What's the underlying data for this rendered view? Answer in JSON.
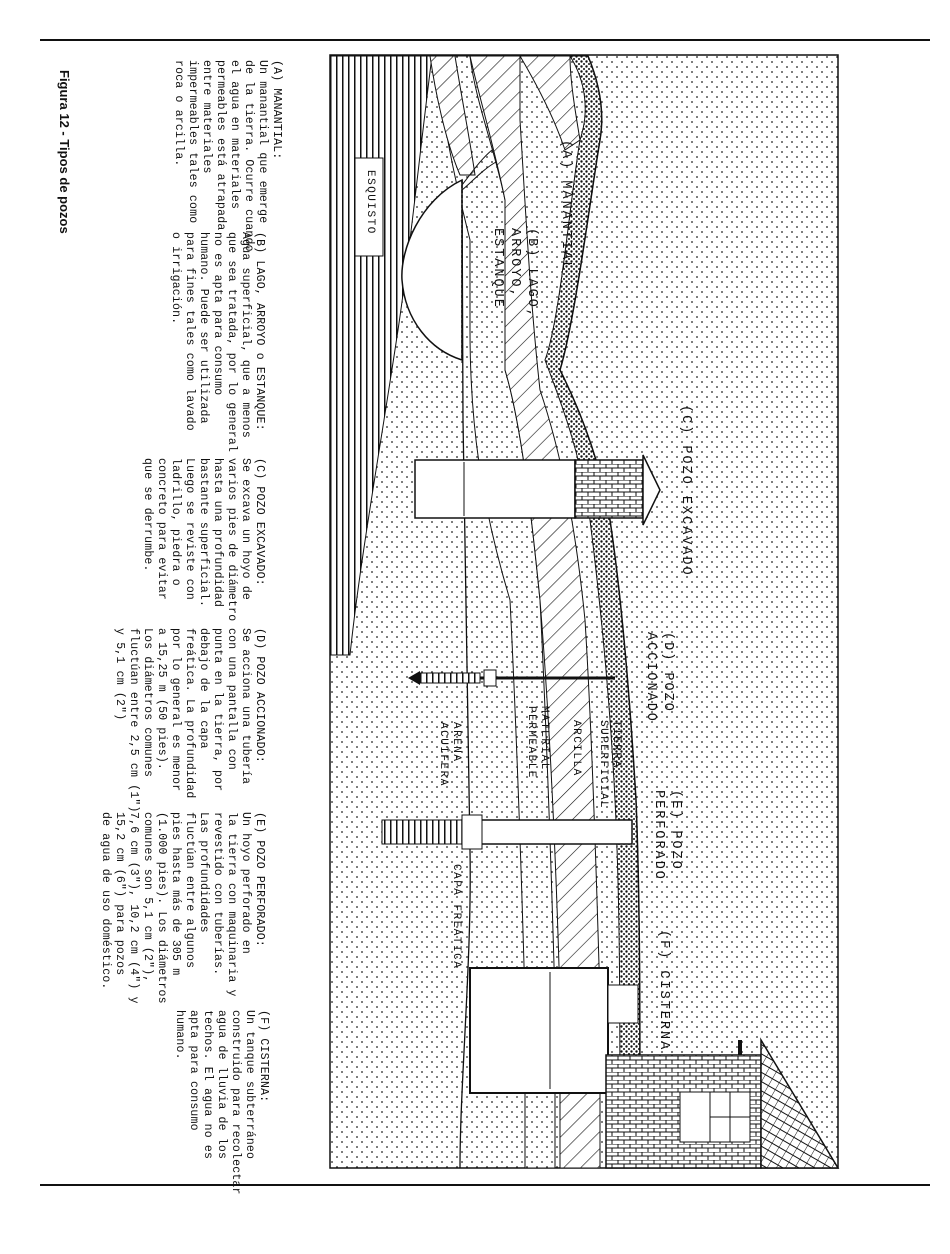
{
  "figure_title": "Figura 12 - Tipos de pozos",
  "descriptions": [
    {
      "title": "(A) MANANTIAL:",
      "lines": [
        "Un manantial que emerge",
        "de la tierra. Ocurre cuando",
        "el agua en materiales",
        "permeables está atrapada",
        "entre materiales",
        "impermeables tales como",
        "roca o arcilla."
      ]
    },
    {
      "title": "(B) LAGO, ARROYO o ESTANQUE:",
      "lines": [
        "Agua superficial, que a menos",
        "que sea tratada, por lo general",
        "no es apta para consumo",
        "humano. Puede ser utilizada",
        "para fines tales como lavado",
        "o irrigación."
      ]
    },
    {
      "title": "(C) POZO EXCAVADO:",
      "lines": [
        "Se excava un hoyo de",
        "varios pies de diámetro",
        "hasta una profundidad",
        "bastante superficial.",
        "Luego se reviste con",
        "ladrillo, piedra o",
        "concreto para evitar",
        "que se derrumbe."
      ]
    },
    {
      "title": "(D) POZO ACCIONADO:",
      "lines": [
        "Se acciona una tubería",
        "con una pantalla con",
        "punta en la tierra, por",
        "debajo de la capa",
        "freática. La profundidad",
        "por lo general es menor",
        "a 15,25 m (50 pies).",
        "Los diámetros comunes",
        "fluctúan entre 2,5 cm (1\")",
        "y 5,1 cm (2\")"
      ]
    },
    {
      "title": "(E) POZO PERFORADO:",
      "lines": [
        "Un hoyo perforado en",
        "la tierra con maquinaria y",
        "revestido con tuberías.",
        "Las profundidades",
        "fluctúan entre algunos",
        "pies hasta más de 305 m",
        "(1.000 pies). Los diámetros",
        "comunes son 5,1 cm (2\"),",
        "7,6 cm (3\"), 10,2 cm (4\") y",
        "15,2 cm (6\") para pozos",
        "de agua de uso doméstico."
      ]
    },
    {
      "title": "(F) CISTERNA:",
      "lines": [
        "Un tanque subterráneo",
        "construido para recolectar",
        "agua de lluvia de los",
        "techos. El agua no es",
        "apta para consumo",
        "humano."
      ]
    }
  ],
  "diagram_labels": {
    "manantial": [
      "(A) MANANTIAL"
    ],
    "lago": [
      "(B) LAGO,",
      "ARROYO,",
      "ESTANQUE"
    ],
    "excavado": [
      "(C) POZO EXCAVADO"
    ],
    "accionado": [
      "(D) POZO",
      "ACCIONADO"
    ],
    "perforado": [
      "(E) POZO",
      "PERFORADO"
    ],
    "cisterna": [
      "(F) CISTERNA"
    ],
    "esquisto": "ESQUISTO",
    "tierra_superficial": [
      "TIERRA",
      "SUPERFICIAL"
    ],
    "arcilla": "ARCILLA",
    "material_permeable": [
      "MATERIAL",
      "PERMEABLE"
    ],
    "arena_acuifera": [
      "ARENA",
      "ACUÍFERA"
    ],
    "capa_freatica": "CAPA FREÁTICA"
  }
}
